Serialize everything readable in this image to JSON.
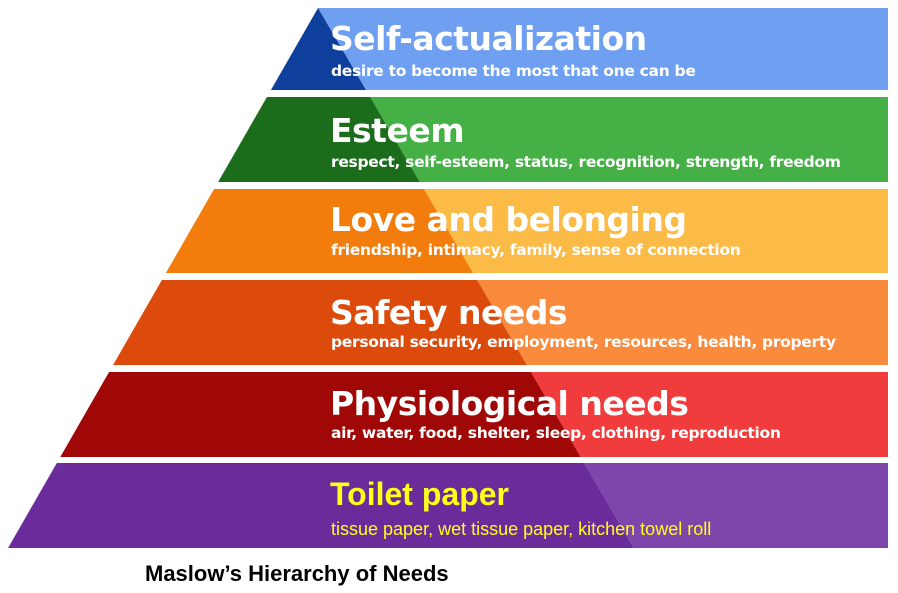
{
  "title": "Maslow’s Hierarchy of Needs",
  "levels": [
    {
      "name": "Self-actualization",
      "desc": "desire to become the most that one can be",
      "dark": "#0f3f9c",
      "light": "#6e9ff0",
      "text": "#ffffff"
    },
    {
      "name": "Esteem",
      "desc": "respect, self-esteem, status, recognition, strength, freedom",
      "dark": "#1b6d1c",
      "light": "#45b045",
      "text": "#ffffff"
    },
    {
      "name": "Love and belonging",
      "desc": "friendship, intimacy, family, sense of connection",
      "dark": "#f27d0c",
      "light": "#fcba46",
      "text": "#ffffff"
    },
    {
      "name": "Safety needs",
      "desc": "personal security, employment, resources, health, property",
      "dark": "#dc4a0c",
      "light": "#fa8a3c",
      "text": "#ffffff"
    },
    {
      "name": "Physiological needs",
      "desc": "air, water, food, shelter, sleep, clothing, reproduction",
      "dark": "#a00808",
      "light": "#f03c3c",
      "text": "#ffffff"
    },
    {
      "name": "Toilet paper",
      "desc": "tissue paper, wet tissue paper, kitchen towel roll",
      "dark": "#6b2c9b",
      "light": "#7e46aa",
      "text": "#ffff1a"
    }
  ]
}
